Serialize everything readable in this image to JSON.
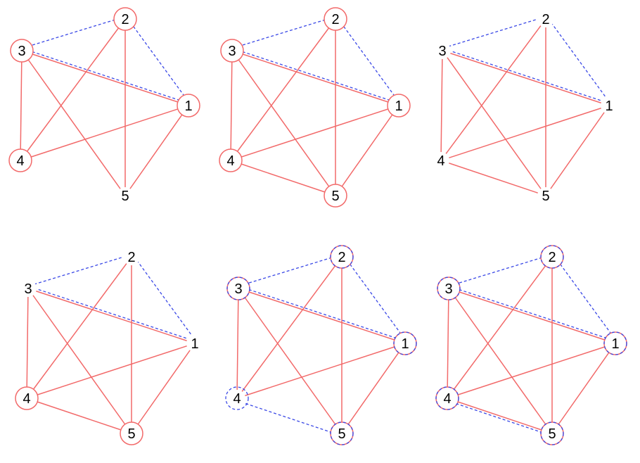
{
  "colors": {
    "red_edge": "#f26a6a",
    "blue_dashed": "#3a48e6"
  },
  "node_labels": [
    "1",
    "2",
    "3",
    "4",
    "5"
  ],
  "panels": [
    {
      "id": "panel-1",
      "red_edges": [
        [
          1,
          3
        ],
        [
          1,
          4
        ],
        [
          1,
          5
        ],
        [
          2,
          4
        ],
        [
          2,
          5
        ],
        [
          3,
          4
        ],
        [
          3,
          5
        ]
      ],
      "blue_dashed_edges": [
        [
          1,
          2
        ],
        [
          2,
          3
        ],
        [
          1,
          3
        ]
      ],
      "red_ringed_nodes": [
        1,
        2,
        3,
        4
      ],
      "blue_ringed_nodes": []
    },
    {
      "id": "panel-2",
      "red_edges": [
        [
          1,
          3
        ],
        [
          1,
          4
        ],
        [
          1,
          5
        ],
        [
          2,
          4
        ],
        [
          2,
          5
        ],
        [
          3,
          4
        ],
        [
          3,
          5
        ],
        [
          4,
          5
        ]
      ],
      "blue_dashed_edges": [
        [
          1,
          2
        ],
        [
          2,
          3
        ],
        [
          1,
          3
        ]
      ],
      "red_ringed_nodes": [
        1,
        2,
        3,
        4,
        5
      ],
      "blue_ringed_nodes": []
    },
    {
      "id": "panel-3",
      "red_edges": [
        [
          1,
          3
        ],
        [
          1,
          4
        ],
        [
          1,
          5
        ],
        [
          2,
          4
        ],
        [
          2,
          5
        ],
        [
          3,
          4
        ],
        [
          3,
          5
        ],
        [
          4,
          5
        ]
      ],
      "blue_dashed_edges": [
        [
          1,
          2
        ],
        [
          2,
          3
        ],
        [
          1,
          3
        ]
      ],
      "red_ringed_nodes": [],
      "blue_ringed_nodes": []
    },
    {
      "id": "panel-4",
      "red_edges": [
        [
          1,
          3
        ],
        [
          1,
          4
        ],
        [
          1,
          5
        ],
        [
          2,
          4
        ],
        [
          2,
          5
        ],
        [
          3,
          4
        ],
        [
          3,
          5
        ],
        [
          4,
          5
        ]
      ],
      "blue_dashed_edges": [
        [
          1,
          2
        ],
        [
          2,
          3
        ],
        [
          1,
          3
        ]
      ],
      "red_ringed_nodes": [
        4,
        5
      ],
      "blue_ringed_nodes": []
    },
    {
      "id": "panel-5",
      "red_edges": [
        [
          1,
          3
        ],
        [
          1,
          4
        ],
        [
          1,
          5
        ],
        [
          2,
          4
        ],
        [
          2,
          5
        ],
        [
          3,
          4
        ],
        [
          3,
          5
        ]
      ],
      "blue_dashed_edges": [
        [
          1,
          2
        ],
        [
          2,
          3
        ],
        [
          1,
          3
        ],
        [
          4,
          5
        ]
      ],
      "red_ringed_nodes": [
        1,
        2,
        3,
        5
      ],
      "blue_ringed_nodes": [
        1,
        2,
        3,
        4,
        5
      ]
    },
    {
      "id": "panel-6",
      "red_edges": [
        [
          1,
          3
        ],
        [
          1,
          4
        ],
        [
          1,
          5
        ],
        [
          2,
          4
        ],
        [
          2,
          5
        ],
        [
          3,
          4
        ],
        [
          3,
          5
        ],
        [
          4,
          5
        ]
      ],
      "blue_dashed_edges": [
        [
          1,
          2
        ],
        [
          2,
          3
        ],
        [
          1,
          3
        ],
        [
          4,
          5
        ]
      ],
      "red_ringed_nodes": [
        1,
        2,
        3,
        4,
        5
      ],
      "blue_ringed_nodes": [
        1,
        2,
        3,
        4,
        5
      ]
    }
  ]
}
